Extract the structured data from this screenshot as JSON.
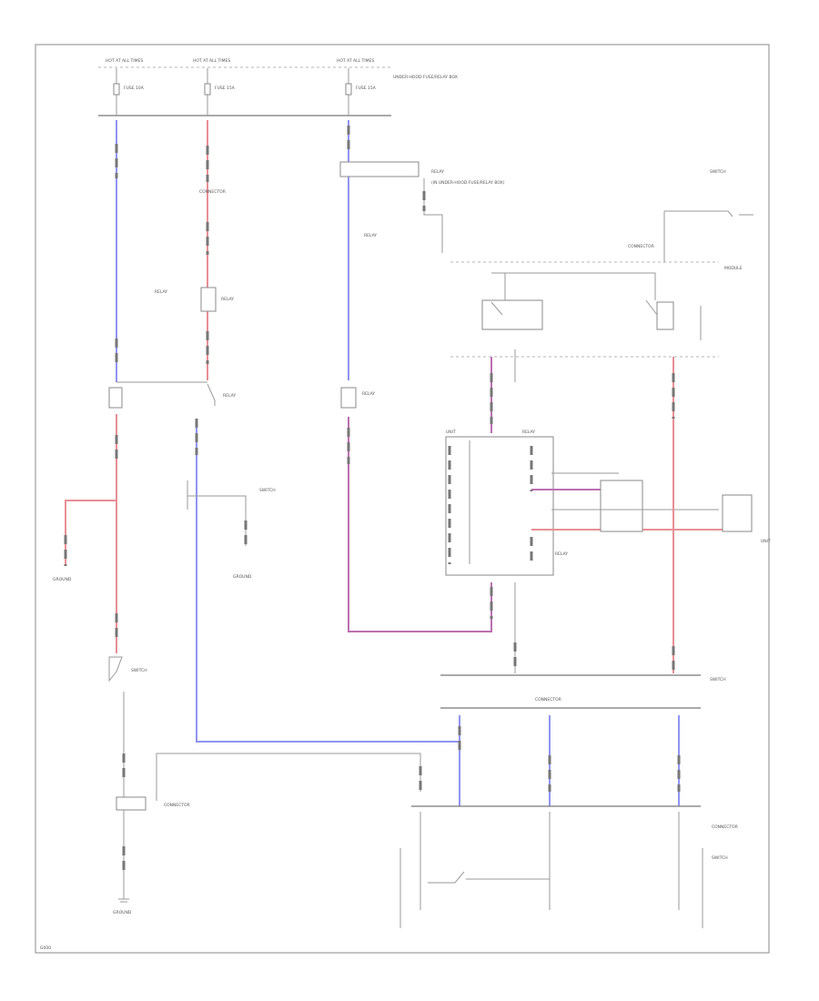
{
  "labels": {
    "fuse1_header": "HOT AT ALL TIMES",
    "fuse2_header": "HOT AT ALL TIMES",
    "fuse3_header": "HOT AT ALL TIMES",
    "fuse1": "FUSE 10A",
    "fuse2": "FUSE 15A",
    "fuse3": "FUSE 15A",
    "underhood_box": "UNDER-HOOD FUSE/RELAY BOX",
    "relay_top": "RELAY",
    "relay_top_note": "(IN UNDER-HOOD FUSE/RELAY BOX)",
    "relay_coil": "RELAY",
    "connector_a": "CONNECTOR",
    "upper_connector": "CONNECTOR",
    "relay_left": "RELAY",
    "relay_mid": "RELAY",
    "module": "MODULE",
    "ground_left": "GROUND",
    "ground_mid": "GROUND",
    "switch_left": "SWITCH",
    "connector_left": "CONNECTOR",
    "ground_bottom": "GROUND",
    "right_box_top": "SWITCH",
    "right_connector": "CONNECTOR",
    "unit_right": "UNIT",
    "unit_mid": "UNIT",
    "bus_label": "SWITCH",
    "bus2_label": "CONNECTOR",
    "bottom_connector": "CONNECTOR",
    "bottom_switch": "SWITCH",
    "bottom_left_code": "G000"
  },
  "colors": {
    "red_wire": "#e88e94",
    "blue_wire": "#8f94f2",
    "purple_wire": "#bb6fb0",
    "wire": "#9a9a9a",
    "frame": "#888888"
  }
}
